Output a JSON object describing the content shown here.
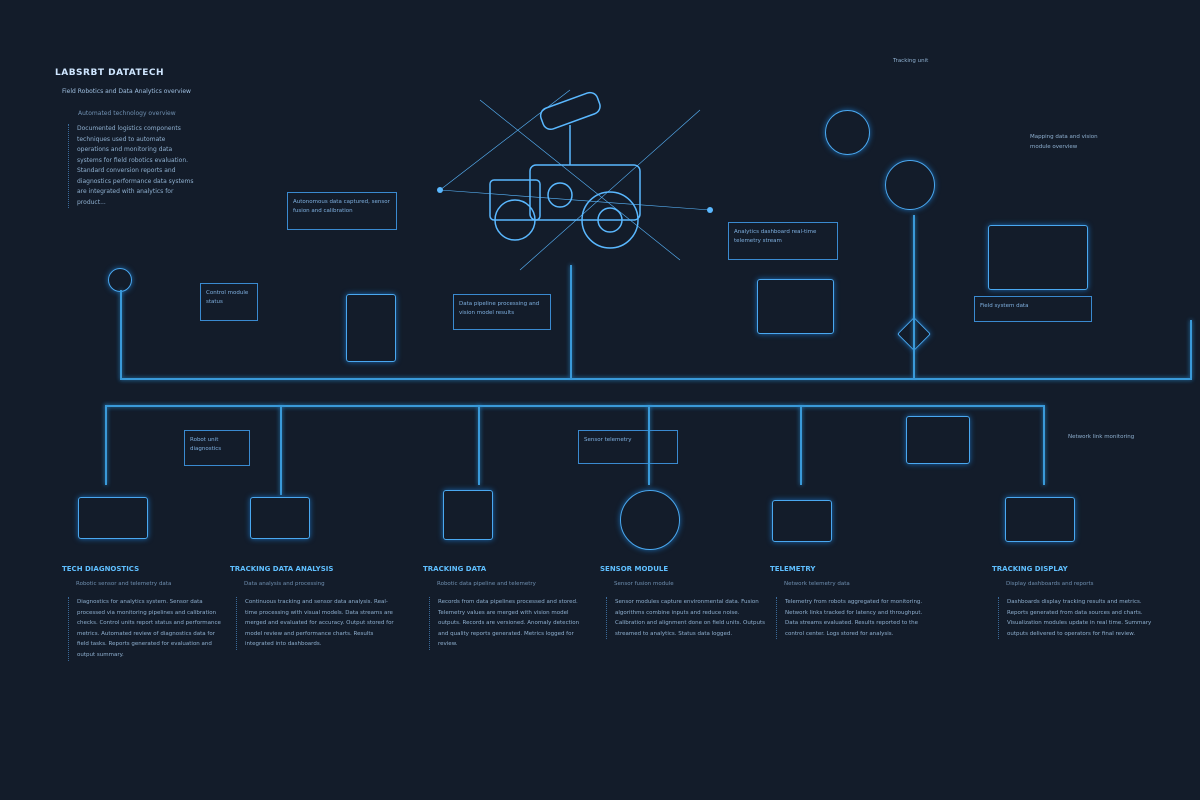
{
  "header": {
    "title": "LABSRBT DATATECH",
    "subtitle": "Field Robotics and Data Analytics overview",
    "side_label": "Automated technology overview"
  },
  "intro": "Documented logistics components techniques used to automate operations and monitoring data systems for field robotics evaluation. Standard conversion reports and diagnostics performance data systems are integrated with analytics for product...",
  "callouts": [
    {
      "text": "Autonomous data captured, sensor fusion and calibration"
    },
    {
      "text": "Analytics dashboard real-time telemetry stream"
    },
    {
      "text": "Data pipeline processing and vision model results"
    },
    {
      "text": "Robot unit diagnostics"
    },
    {
      "text": "Sensor telemetry"
    },
    {
      "text": "Control module status"
    },
    {
      "text": "Network link monitoring"
    },
    {
      "text": "Field system data"
    }
  ],
  "top_right": {
    "label": "Tracking unit",
    "side_text": "Mapping data and vision module overview"
  },
  "columns": [
    {
      "title": "TECH DIAGNOSTICS",
      "sub": "Robotic sensor and telemetry data",
      "body": "Diagnostics for analytics system. Sensor data processed via monitoring pipelines and calibration checks. Control units report status and performance metrics. Automated review of diagnostics data for field tasks. Reports generated for evaluation and output summary."
    },
    {
      "title": "TRACKING DATA ANALYSIS",
      "sub": "Data analysis and processing",
      "body": "Continuous tracking and sensor data analysis. Real-time processing with visual models. Data streams are merged and evaluated for accuracy. Output stored for model review and performance charts. Results integrated into dashboards."
    },
    {
      "title": "TRACKING DATA",
      "sub": "Robotic data pipeline and telemetry",
      "body": "Records from data pipelines processed and stored. Telemetry values are merged with vision model outputs. Records are versioned. Anomaly detection and quality reports generated. Metrics logged for review."
    },
    {
      "title": "SENSOR MODULE",
      "sub": "Sensor fusion module",
      "body": "Sensor modules capture environmental data. Fusion algorithms combine inputs and reduce noise. Calibration and alignment done on field units. Outputs streamed to analytics. Status data logged."
    },
    {
      "title": "TELEMETRY",
      "sub": "Network telemetry data",
      "body": "Telemetry from robots aggregated for monitoring. Network links tracked for latency and throughput. Data streams evaluated. Results reported to the control center. Logs stored for analysis."
    },
    {
      "title": "TRACKING DISPLAY",
      "sub": "Display dashboards and reports",
      "body": "Dashboards display tracking results and metrics. Reports generated from data sources and charts. Visualization modules update in real time. Summary outputs delivered to operators for final review."
    }
  ],
  "colors": {
    "background": "#131c2a",
    "accent": "#3a9ad9",
    "title": "#5fbfff"
  }
}
